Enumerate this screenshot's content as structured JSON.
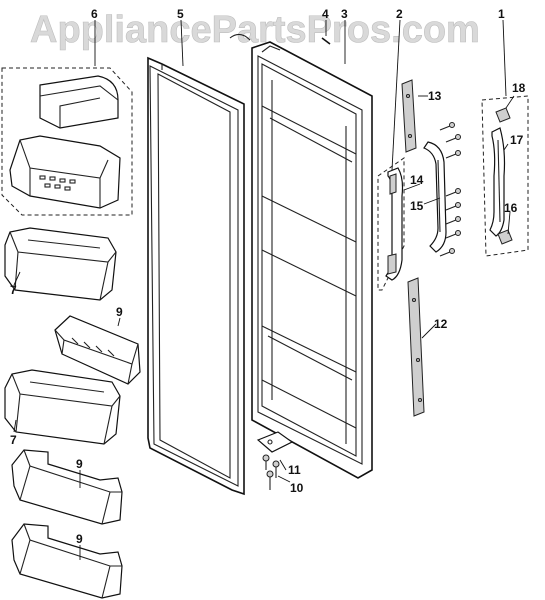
{
  "watermark": "AppliancePartsPros.com",
  "callouts": [
    {
      "id": "c1",
      "text": "1"
    },
    {
      "id": "c2",
      "text": "2"
    },
    {
      "id": "c3",
      "text": "3"
    },
    {
      "id": "c4",
      "text": "4"
    },
    {
      "id": "c5",
      "text": "5"
    },
    {
      "id": "c6",
      "text": "6"
    },
    {
      "id": "c7a",
      "text": "7"
    },
    {
      "id": "c7b",
      "text": "7"
    },
    {
      "id": "c9a",
      "text": "9"
    },
    {
      "id": "c9b",
      "text": "9"
    },
    {
      "id": "c9c",
      "text": "9"
    },
    {
      "id": "c10",
      "text": "10"
    },
    {
      "id": "c11",
      "text": "11"
    },
    {
      "id": "c12",
      "text": "12"
    },
    {
      "id": "c13",
      "text": "13"
    },
    {
      "id": "c14",
      "text": "14"
    },
    {
      "id": "c15",
      "text": "15"
    },
    {
      "id": "c16",
      "text": "16"
    },
    {
      "id": "c17",
      "text": "17"
    },
    {
      "id": "c18",
      "text": "18"
    }
  ]
}
